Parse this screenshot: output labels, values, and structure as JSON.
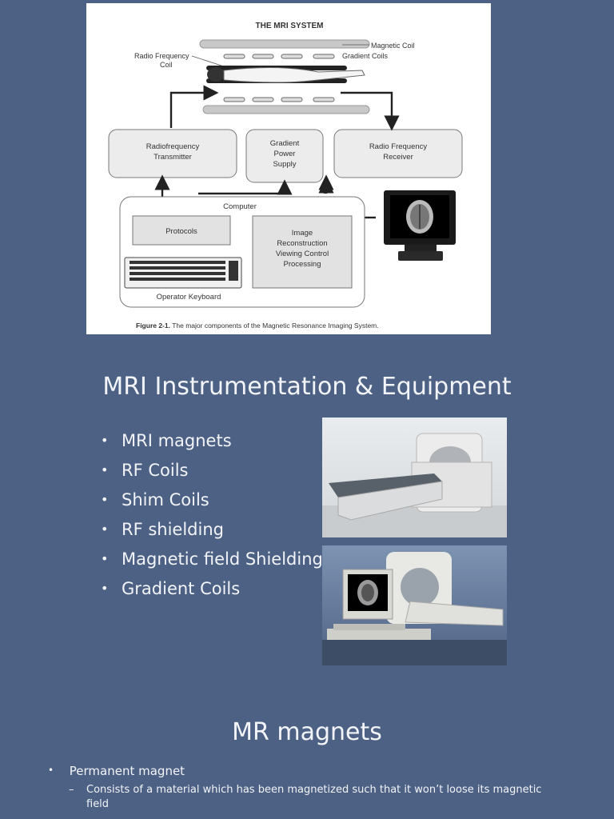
{
  "figure": {
    "heading": "THE MRI SYSTEM",
    "labels": {
      "magnetic_coil": "Magnetic Coil",
      "gradient_coils": "Gradient Coils",
      "rf_coil_line1": "Radio Frequency",
      "rf_coil_line2": "Coil",
      "rf_transmitter_line1": "Radiofrequency",
      "rf_transmitter_line2": "Transmitter",
      "gradient_power_line1": "Gradient",
      "gradient_power_line2": "Power",
      "gradient_power_line3": "Supply",
      "rf_receiver_line1": "Radio Frequency",
      "rf_receiver_line2": "Receiver",
      "computer": "Computer",
      "protocols": "Protocols",
      "image_line1": "Image",
      "image_line2": "Reconstruction",
      "image_line3": "Viewing Control",
      "image_line4": "Processing",
      "operator_keyboard": "Operator Keyboard"
    },
    "caption_bold": "Figure 2-1.",
    "caption_text": " The major components of the Magnetic Resonance Imaging System."
  },
  "section1": {
    "title": "MRI Instrumentation & Equipment",
    "bullets": [
      "MRI magnets",
      "RF Coils",
      "Shim Coils",
      "RF shielding",
      "Magnetic field Shielding",
      "Gradient Coils"
    ]
  },
  "section2": {
    "title": "MR magnets",
    "item": "Permanent magnet",
    "sub_item": "Consists of a material which has been magnetized such that it won’t  loose its magnetic field"
  }
}
